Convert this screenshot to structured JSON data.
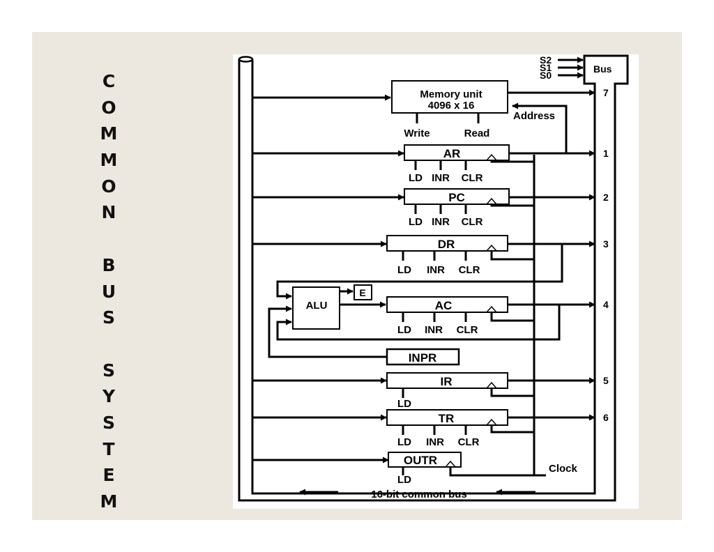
{
  "slide_title_letters": [
    "C",
    "O",
    "M",
    "M",
    "O",
    "N",
    " ",
    "B",
    "U",
    "S",
    " ",
    "S",
    "Y",
    "S",
    "T",
    "E",
    "M"
  ],
  "memory": {
    "name": "Memory unit",
    "size": "4096 x 16",
    "write": "Write",
    "read": "Read",
    "address": "Address"
  },
  "bus_select": {
    "signals": [
      "S2",
      "S1",
      "S0"
    ],
    "box": "Bus"
  },
  "registers": {
    "ar": {
      "name": "AR",
      "controls": [
        "LD",
        "INR",
        "CLR"
      ],
      "bus_number": "1"
    },
    "pc": {
      "name": "PC",
      "controls": [
        "LD",
        "INR",
        "CLR"
      ],
      "bus_number": "2"
    },
    "dr": {
      "name": "DR",
      "controls": [
        "LD",
        "INR",
        "CLR"
      ],
      "bus_number": "3"
    },
    "ac": {
      "name": "AC",
      "controls": [
        "LD",
        "INR",
        "CLR"
      ],
      "bus_number": "4"
    },
    "inpr": {
      "name": "INPR"
    },
    "ir": {
      "name": "IR",
      "controls": [
        "LD"
      ],
      "bus_number": "5"
    },
    "tr": {
      "name": "TR",
      "controls": [
        "LD",
        "INR",
        "CLR"
      ],
      "bus_number": "6"
    },
    "outr": {
      "name": "OUTR",
      "controls": [
        "LD"
      ]
    }
  },
  "memory_bus_number": "7",
  "alu": "ALU",
  "e_flag": "E",
  "clock": "Clock",
  "bus_caption": "16-bit common bus"
}
